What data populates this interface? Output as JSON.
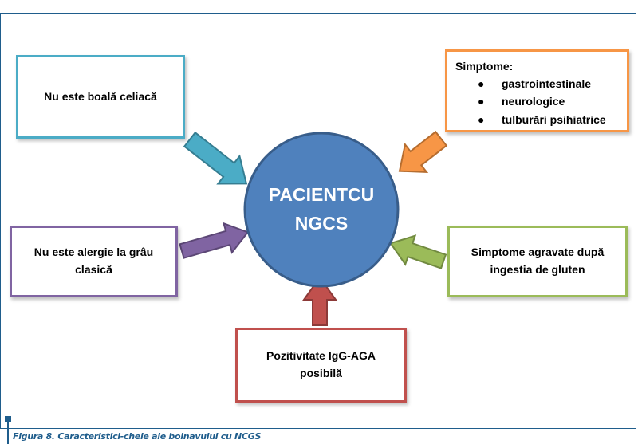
{
  "center": {
    "line1": "PACIENT",
    "line2": "CU NGCS"
  },
  "boxes": {
    "celiac": "Nu este boală celiacă",
    "allergy": "Nu este alergie la grâu\nclasică",
    "igg": "Pozitivitate IgG-AGA\nposibilă",
    "gluten": "Simptome agravate după\ningestia de gluten",
    "symptoms": {
      "title": "Simptome:",
      "items": [
        "gastrointestinale",
        "neurologice",
        "tulburări psihiatrice"
      ]
    }
  },
  "caption": "Figura 8. Caracteristici-cheie ale bolnavului cu NCGS",
  "colors": {
    "center_fill": "#4f81bd",
    "celiac": "#4bacc6",
    "symptoms": "#f79646",
    "allergy": "#8064a2",
    "gluten": "#9bbb59",
    "igg": "#c0504d"
  }
}
